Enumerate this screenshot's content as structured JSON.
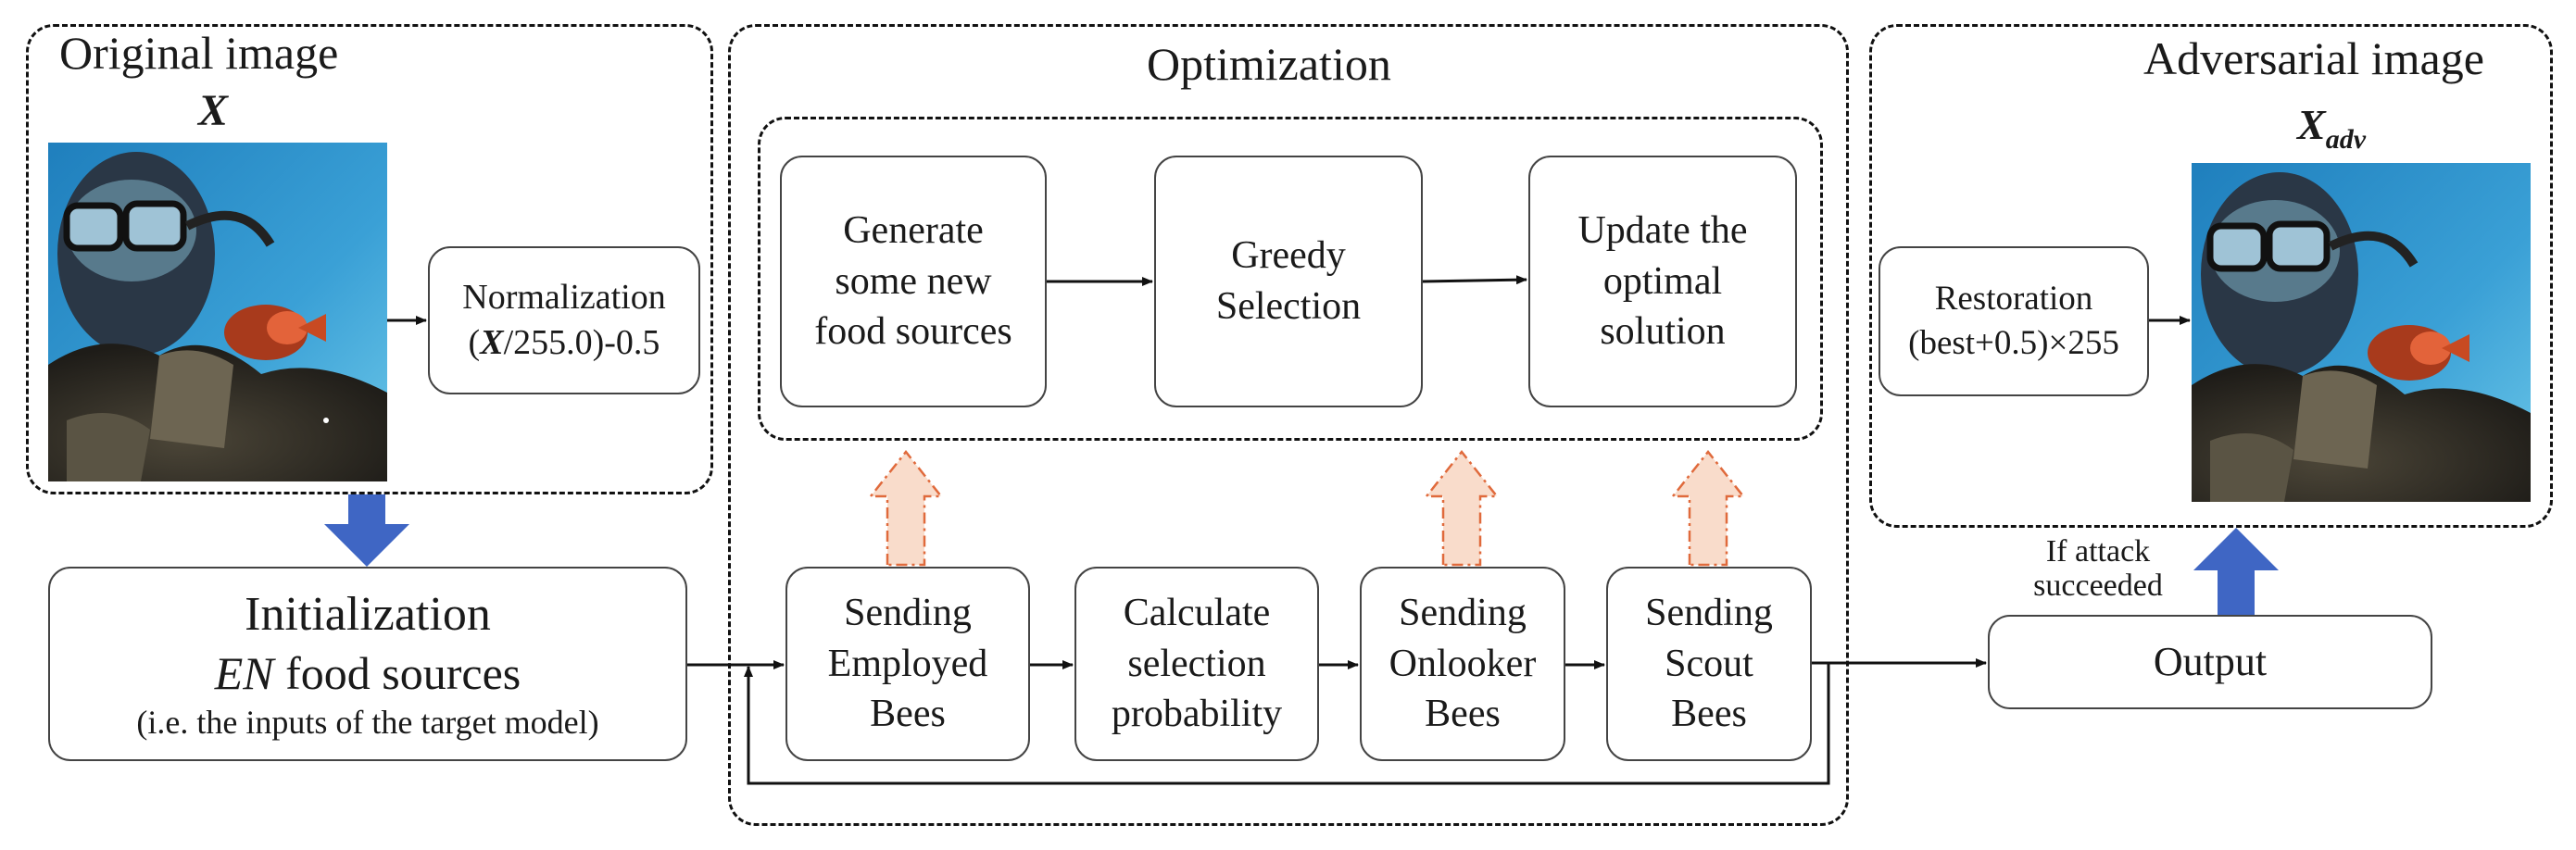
{
  "left_panel": {
    "title": "Original image",
    "symbol": "X"
  },
  "normalization": {
    "line1": "Normalization",
    "line2_var": "X",
    "line2_rest": "/255.0)-0.5",
    "line2_open": "("
  },
  "optimization": {
    "title": "Optimization",
    "boxes": [
      "Generate some new food sources",
      "Greedy Selection",
      "Update the optimal solution"
    ]
  },
  "initialization": {
    "title": "Initialization",
    "line2_var": "EN",
    "line2_rest": " food sources",
    "line3": "(i.e. the inputs of the target model)"
  },
  "process_boxes": [
    "Sending Employed Bees",
    "Calculate selection probability",
    "Sending Onlooker Bees",
    "Sending Scout Bees"
  ],
  "right_panel": {
    "title": "Adversarial image",
    "symbol": "X",
    "subscript": "adv"
  },
  "restoration": {
    "line1": "Restoration",
    "line2": "(best+0.5)×255"
  },
  "output": {
    "label": "Output",
    "condition": "If attack succeeded"
  },
  "colors": {
    "blue_arrow": "#3f66c4",
    "peach_arrow_fill": "#f9dccb",
    "peach_arrow_stroke": "#e06a3c"
  }
}
